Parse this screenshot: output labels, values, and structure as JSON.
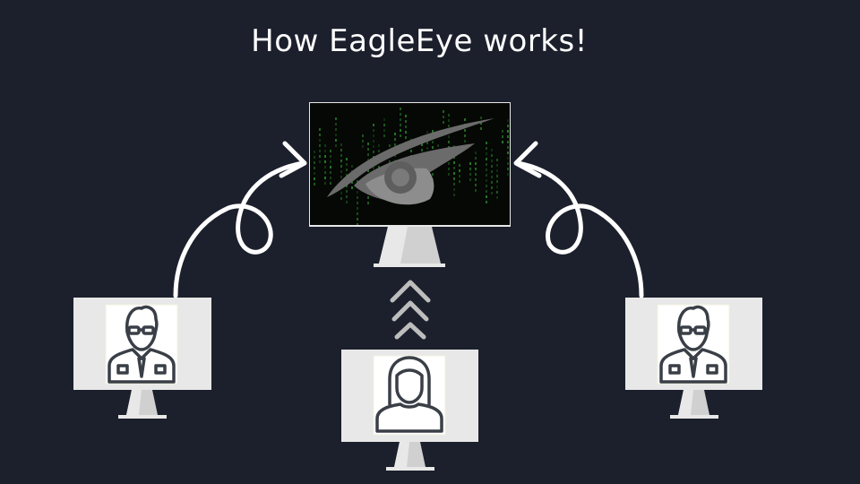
{
  "title": "How EagleEye works!",
  "colors": {
    "background": "#1c202c",
    "text": "#ffffff",
    "monitor_frame": "#e8e8e8",
    "monitor_stand": "#d0d0d0",
    "icon_stroke": "#3a3f47",
    "chevron": "#bdbdbd",
    "matrix_green": "#2e8b2e"
  },
  "nodes": [
    {
      "id": "server",
      "icon": "eagle-eye-logo",
      "label": ""
    },
    {
      "id": "user-left",
      "icon": "male-user-icon",
      "label": ""
    },
    {
      "id": "user-bottom",
      "icon": "female-user-icon",
      "label": ""
    },
    {
      "id": "user-right",
      "icon": "male-user-icon",
      "label": ""
    }
  ],
  "edges": [
    {
      "from": "user-left",
      "to": "server",
      "style": "curly-arrow"
    },
    {
      "from": "user-right",
      "to": "server",
      "style": "curly-arrow"
    },
    {
      "from": "user-bottom",
      "to": "server",
      "style": "triple-chevron"
    }
  ]
}
